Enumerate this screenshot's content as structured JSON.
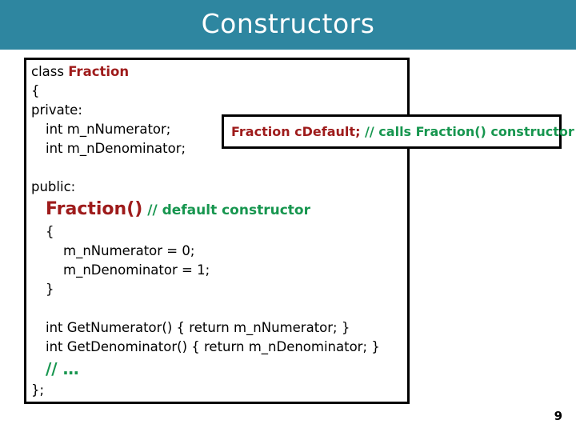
{
  "slide": {
    "title": "Constructors",
    "page_number": "9",
    "colors": {
      "header_teal": "#2E86A0",
      "keyword_red": "#9E1B1B",
      "comment_green": "#17964F",
      "text_black": "#000000",
      "background": "#FFFFFF"
    }
  },
  "code_box": {
    "lines": [
      {
        "id": "line-class",
        "indent": 0,
        "segments": [
          {
            "text": "class ",
            "style": "plain"
          },
          {
            "text": "Fraction",
            "style": "keyword-red"
          }
        ]
      },
      {
        "id": "line-open-brace",
        "indent": 0,
        "segments": [
          {
            "text": "{",
            "style": "plain"
          }
        ]
      },
      {
        "id": "line-private",
        "indent": 0,
        "segments": [
          {
            "text": "private:",
            "style": "plain"
          }
        ]
      },
      {
        "id": "line-member-numerator",
        "indent": 1,
        "segments": [
          {
            "text": "int m_nNumerator;",
            "style": "plain"
          }
        ]
      },
      {
        "id": "line-member-denominator",
        "indent": 1,
        "segments": [
          {
            "text": "int m_nDenominator;",
            "style": "plain"
          }
        ]
      },
      {
        "id": "line-blank-1",
        "indent": 0,
        "segments": [
          {
            "text": "",
            "style": "plain"
          }
        ]
      },
      {
        "id": "line-public",
        "indent": 0,
        "segments": [
          {
            "text": "public:",
            "style": "plain"
          }
        ]
      },
      {
        "id": "line-ctor",
        "indent": 1,
        "segments": [
          {
            "text": "Fraction()",
            "style": "ctor-name"
          },
          {
            "text": " // default constructor",
            "style": "ctor-comment"
          }
        ]
      },
      {
        "id": "line-ctor-open",
        "indent": 1,
        "segments": [
          {
            "text": "{",
            "style": "plain"
          }
        ]
      },
      {
        "id": "line-assign-numerator",
        "indent": 2,
        "segments": [
          {
            "text": "m_nNumerator = 0;",
            "style": "plain"
          }
        ]
      },
      {
        "id": "line-assign-denominator",
        "indent": 2,
        "segments": [
          {
            "text": "m_nDenominator = 1;",
            "style": "plain"
          }
        ]
      },
      {
        "id": "line-ctor-close",
        "indent": 1,
        "segments": [
          {
            "text": "}",
            "style": "plain"
          }
        ]
      },
      {
        "id": "line-blank-2",
        "indent": 0,
        "segments": [
          {
            "text": "",
            "style": "plain"
          }
        ]
      },
      {
        "id": "line-get-numerator",
        "indent": 1,
        "segments": [
          {
            "text": "int GetNumerator() { return m_nNumerator; }",
            "style": "plain"
          }
        ]
      },
      {
        "id": "line-get-denominator",
        "indent": 1,
        "segments": [
          {
            "text": "int GetDenominator() { return m_nDenominator; }",
            "style": "plain"
          }
        ]
      },
      {
        "id": "line-ellipsis",
        "indent": 1,
        "segments": [
          {
            "text": "// …",
            "style": "ellipsis"
          }
        ]
      },
      {
        "id": "line-class-close",
        "indent": 0,
        "segments": [
          {
            "text": "};",
            "style": "plain"
          }
        ]
      }
    ]
  },
  "callout": {
    "declaration": "Fraction cDefault;",
    "comment": " // calls Fraction() constructor"
  }
}
